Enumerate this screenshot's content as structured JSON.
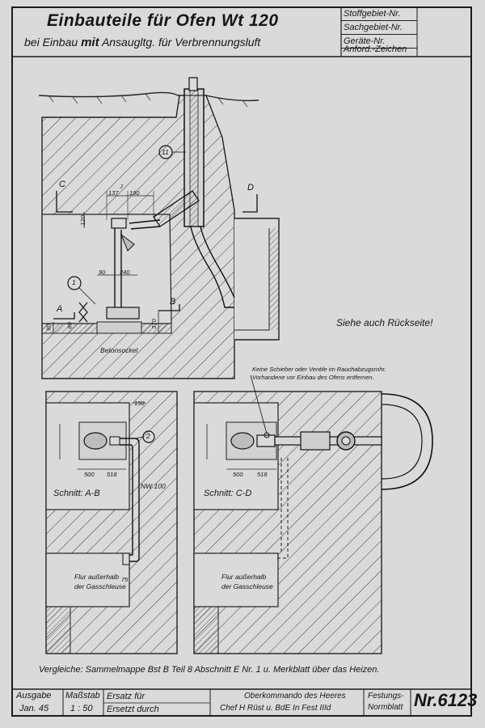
{
  "header": {
    "title": "Einbauteile für Ofen Wt 120",
    "subtitle_pre": "bei Einbau",
    "subtitle_bold": "mit",
    "subtitle_post": "Ansaugltg. für Verbrennungsluft",
    "fields": [
      "Stoffgebiet-Nr.",
      "Sachgebiet-Nr.",
      "Geräte-Nr.",
      "Anford.-Zeichen"
    ]
  },
  "top_drawing": {
    "marker_1": "1",
    "marker_11": "11",
    "section_c": "C",
    "section_d": "D",
    "section_a": "A",
    "section_b": "B",
    "dim_j": "J",
    "dim_137": "137",
    "dim_190": "190",
    "dim_120": "120",
    "dim_90": "90",
    "dim_240": "240",
    "dim_370": "370",
    "dim_80": "80",
    "dim_60": "60",
    "label_betonsockel": "Betonsockel",
    "note_rueckseite": "Siehe auch Rückseite!"
  },
  "section_ab": {
    "dim_150": "150",
    "marker_2": "2",
    "dim_500": "500",
    "dim_518": "518",
    "pipe_label": "NW 100",
    "label": "Schnitt: A-B",
    "dim_75": "75",
    "floor_line1": "Flur außerhalb",
    "floor_line2": "der Gasschleuse"
  },
  "section_cd": {
    "note_line1": "Keine Schieber oder Ventile im Rauchabzugsrohr.",
    "note_line2": "Vorhandene vor Einbau des Ofens entfernen.",
    "dim_500": "500",
    "dim_518": "518",
    "label": "Schnitt: C-D",
    "floor_line1": "Flur außerhalb",
    "floor_line2": "der Gasschleuse"
  },
  "reference_note": "Vergleiche: Sammelmappe Bst B Teil 8 Abschnitt E Nr. 1 u. Merkblatt über das Heizen.",
  "title_block": {
    "ausgabe_label": "Ausgabe",
    "ausgabe_value": "Jan. 45",
    "massstab_label": "Maßstab",
    "massstab_value": "1 : 50",
    "ersatz_fuer": "Ersatz für",
    "ersetzt_durch": "Ersetzt durch",
    "org_line1": "Oberkommando des Heeres",
    "org_line2": "Chef H Rüst u. BdE  In Fest IIId",
    "sheet_label1": "Festungs-",
    "sheet_label2": "Normblatt",
    "sheet_number": "Nr.6123"
  }
}
